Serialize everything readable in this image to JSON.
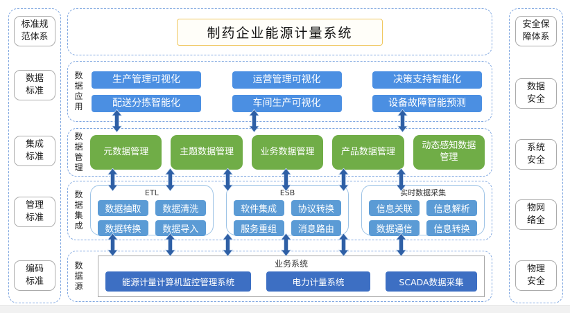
{
  "diagram_title": "制药企业能源计量系统",
  "left_panel": {
    "title": "标准规\n范体系",
    "items": [
      "数据\n标准",
      "集成\n标准",
      "管理\n标准",
      "编码\n标准"
    ]
  },
  "right_panel": {
    "title": "安全保\n障体系",
    "items": [
      "数据\n安全",
      "系统\n安全",
      "物网\n络全",
      "物理\n安全"
    ]
  },
  "center": {
    "title": "制药企业能源计量系统",
    "app": {
      "label": "数\n据\n应\n用",
      "columns": [
        [
          "生产管理可视化",
          "配送分拣智能化"
        ],
        [
          "运营管理可视化",
          "车间生产可视化"
        ],
        [
          "决策支持智能化",
          "设备故障智能预测"
        ]
      ]
    },
    "management": {
      "label": "数\n据\n管\n理",
      "items": [
        "元数据管理",
        "主题数据管理",
        "业务数据管理",
        "产品数据管理",
        "动态感知数据\n管理"
      ]
    },
    "integration": {
      "label": "数\n据\n集\n成",
      "groups": [
        {
          "title": "ETL",
          "items": [
            "数据抽取",
            "数据清洗",
            "数据转换",
            "数据导入"
          ]
        },
        {
          "title": "ESB",
          "items": [
            "软件集成",
            "协议转换",
            "服务重组",
            "消息路由"
          ]
        },
        {
          "title": "实时数据采集",
          "items": [
            "信息关联",
            "信息解析",
            "数据通信",
            "信息转换"
          ]
        }
      ]
    },
    "source": {
      "label": "数\n据\n源",
      "group_title": "业务系统",
      "items": [
        "能源计量计算机监控管理系统",
        "电力计量系统",
        "SCADA数据采集"
      ]
    }
  },
  "icons": {
    "connector": "double-arrow-icon"
  },
  "colors": {
    "dashed_border": "#7EA6E0",
    "app_blue": "#4B8FE2",
    "integration_blue": "#5B9BD5",
    "source_blue": "#3D6FC3",
    "management_green": "#70AD47",
    "arrow_blue": "#2E5FA5",
    "title_border_gold": "#F0C75E",
    "label_border_gray": "#ABABAB"
  }
}
